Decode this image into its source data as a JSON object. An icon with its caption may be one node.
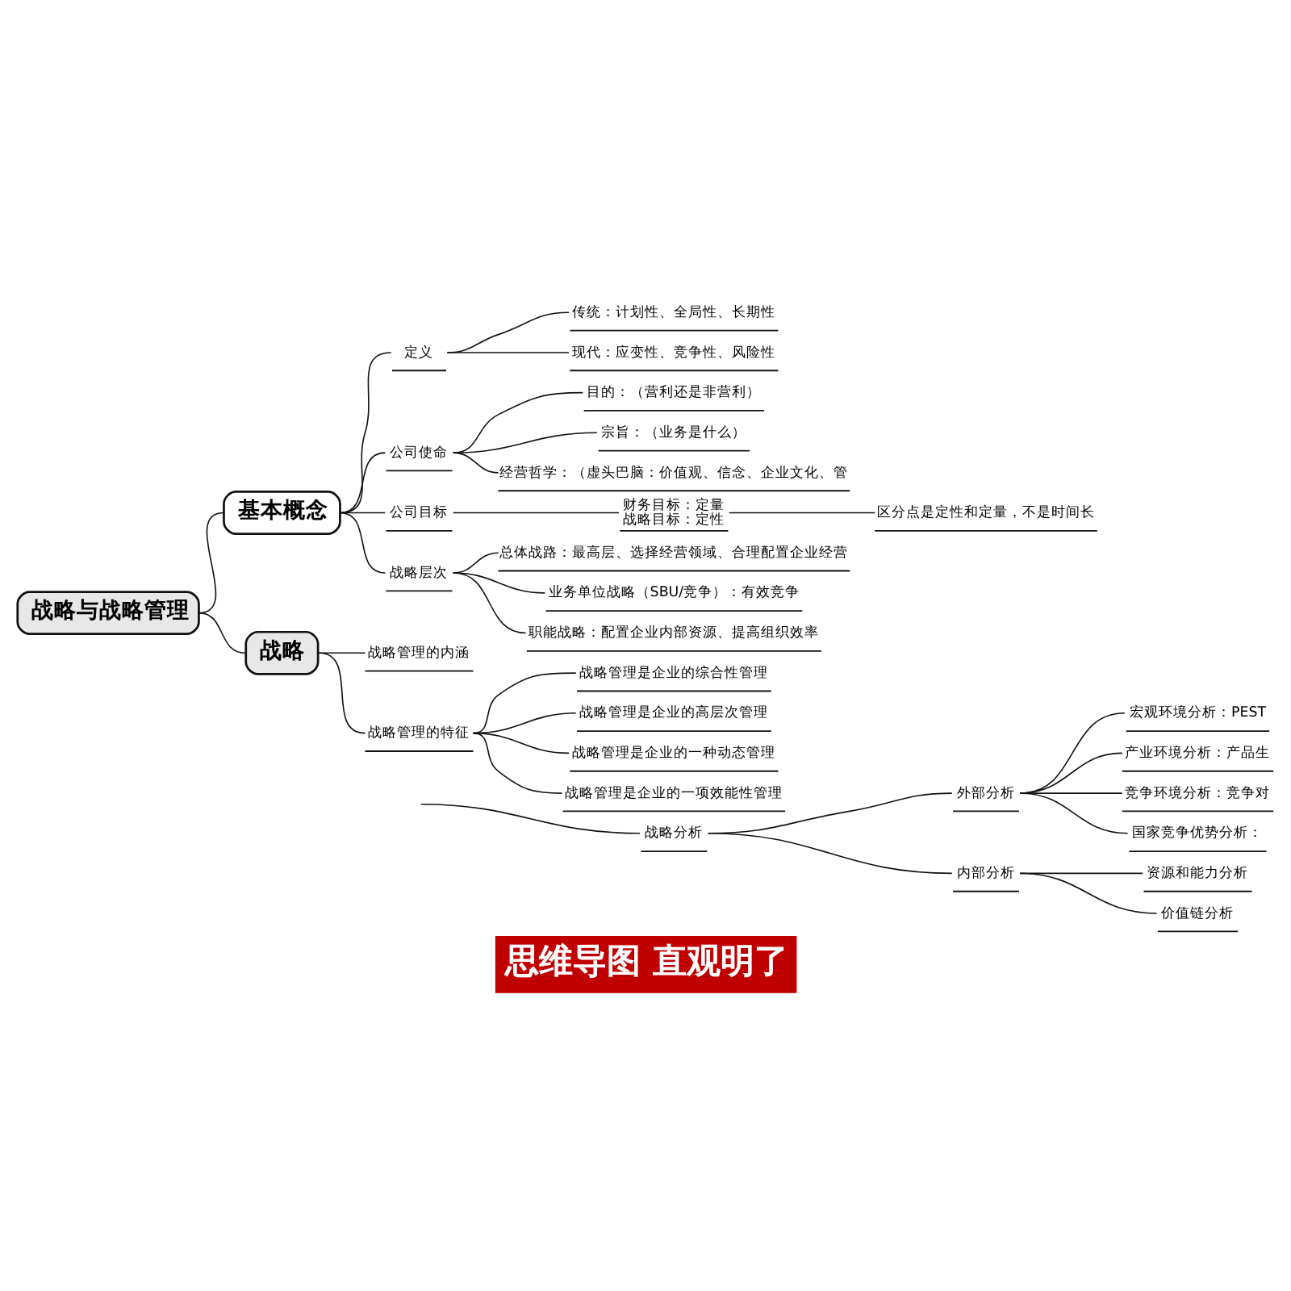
{
  "diagram": {
    "caption": "思维导图 直观明了",
    "nodes": [
      {
        "text": [
          "战略与战略管理"
        ]
      },
      {
        "text": [
          "基本概念"
        ]
      },
      {
        "text": [
          "定义"
        ]
      },
      {
        "text": [
          "传统：计划性、全局性、长期性"
        ]
      },
      {
        "text": [
          "现代：应变性、竞争性、风险性"
        ]
      },
      {
        "text": [
          "公司使命"
        ]
      },
      {
        "text": [
          "目的：（营利还是非营利）"
        ]
      },
      {
        "text": [
          "宗旨：（业务是什么）"
        ]
      },
      {
        "text": [
          "经营哲学：（虚头巴脑：价值观、信念、企业文化、管"
        ]
      },
      {
        "text": [
          "公司目标"
        ]
      },
      {
        "text": [
          "财务目标：定量",
          "战略目标：定性"
        ]
      },
      {
        "text": [
          "区分点是定性和定量，不是时间长"
        ]
      },
      {
        "text": [
          "战略层次"
        ]
      },
      {
        "text": [
          "总体战路：最高层、选择经营领域、合理配置企业经营"
        ]
      },
      {
        "text": [
          "业务单位战略（SBU/竞争）：有效竞争"
        ]
      },
      {
        "text": [
          "职能战略：配置企业内部资源、提高组织效率"
        ]
      },
      {
        "text": [
          "战略"
        ]
      },
      {
        "text": [
          "战略管理的内涵"
        ]
      },
      {
        "text": [
          "战略管理的特征"
        ]
      },
      {
        "text": [
          "战略管理是企业的综合性管理"
        ]
      },
      {
        "text": [
          "战略管理是企业的高层次管理"
        ]
      },
      {
        "text": [
          "战略管理是企业的一种动态管理"
        ]
      },
      {
        "text": [
          "战略管理是企业的一项效能性管理"
        ]
      },
      {
        "text": [
          "战略分析"
        ]
      },
      {
        "text": [
          "外部分析"
        ]
      },
      {
        "text": [
          "宏观环境分析：PEST"
        ]
      },
      {
        "text": [
          "产业环境分析：产品生"
        ]
      },
      {
        "text": [
          "竞争环境分析：竞争对"
        ]
      },
      {
        "text": [
          "国家竞争优势分析："
        ]
      },
      {
        "text": [
          "内部分析"
        ]
      },
      {
        "text": [
          "资源和能力分析"
        ]
      },
      {
        "text": [
          "价值链分析"
        ]
      }
    ],
    "edges": [
      {
        "from": 0,
        "to": 1,
        "arrow": "none"
      },
      {
        "from": 0,
        "to": 16,
        "arrow": "none"
      },
      {
        "from": 1,
        "to": 2,
        "arrow": "none"
      },
      {
        "from": 2,
        "to": 3,
        "arrow": "none"
      },
      {
        "from": 2,
        "to": 4,
        "arrow": "none"
      },
      {
        "from": 1,
        "to": 5,
        "arrow": "none"
      },
      {
        "from": 5,
        "to": 6,
        "arrow": "none"
      },
      {
        "from": 5,
        "to": 7,
        "arrow": "none"
      },
      {
        "from": 5,
        "to": 8,
        "arrow": "none"
      },
      {
        "from": 1,
        "to": 9,
        "arrow": "none"
      },
      {
        "from": 9,
        "to": 10,
        "arrow": "none"
      },
      {
        "from": 10,
        "to": 11,
        "arrow": "none"
      },
      {
        "from": 1,
        "to": 12,
        "arrow": "none"
      },
      {
        "from": 12,
        "to": 13,
        "arrow": "none"
      },
      {
        "from": 12,
        "to": 14,
        "arrow": "none"
      },
      {
        "from": 12,
        "to": 15,
        "arrow": "none"
      },
      {
        "from": 16,
        "to": 17,
        "arrow": "none"
      },
      {
        "from": 16,
        "to": 18,
        "arrow": "none"
      },
      {
        "from": 18,
        "to": 19,
        "arrow": "none"
      },
      {
        "from": 18,
        "to": 20,
        "arrow": "none"
      },
      {
        "from": 18,
        "to": 21,
        "arrow": "none"
      },
      {
        "from": 18,
        "to": 22,
        "arrow": "none"
      },
      {
        "from": null,
        "to": 23,
        "arrow": "none"
      },
      {
        "from": 23,
        "to": 24,
        "arrow": "none"
      },
      {
        "from": 24,
        "to": 25,
        "arrow": "none"
      },
      {
        "from": 24,
        "to": 26,
        "arrow": "none"
      },
      {
        "from": 24,
        "to": 27,
        "arrow": "none"
      },
      {
        "from": 24,
        "to": 28,
        "arrow": "none"
      },
      {
        "from": 23,
        "to": 29,
        "arrow": "none"
      },
      {
        "from": 29,
        "to": 30,
        "arrow": "none"
      },
      {
        "from": 29,
        "to": 31,
        "arrow": "none"
      }
    ]
  }
}
